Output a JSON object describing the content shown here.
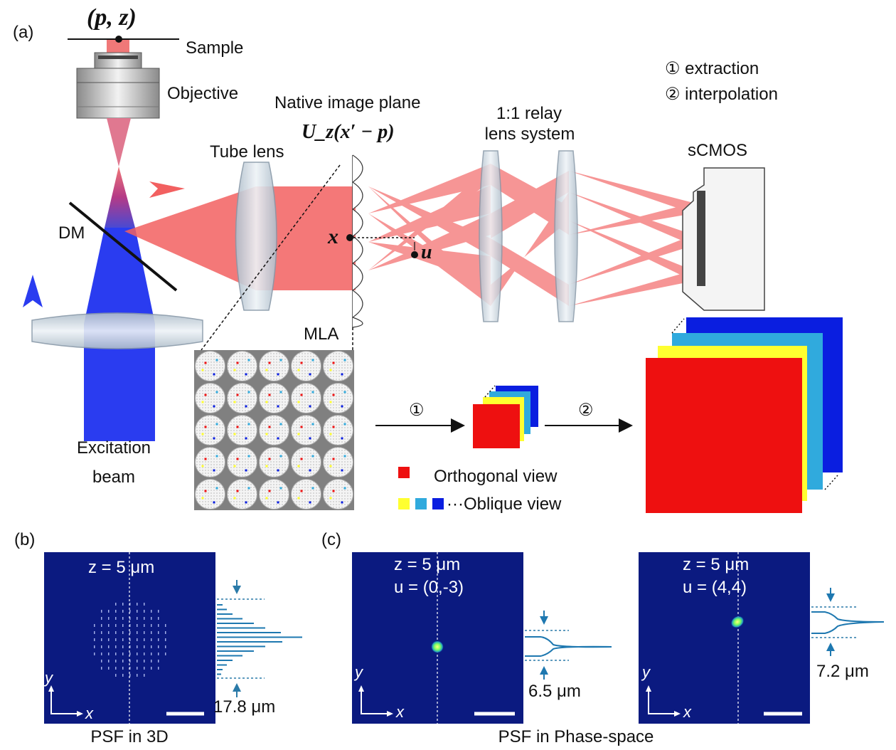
{
  "panel_a": {
    "letter": "(a)",
    "sample_coord": "(p, z)",
    "sample": "Sample",
    "objective": "Objective",
    "native_image_plane": "Native image plane",
    "image_plane_expr": "U_z(x′ − p)",
    "tube_lens": "Tube lens",
    "relay_line1": "1:1 relay",
    "relay_line2": "lens system",
    "scmos": "sCMOS",
    "step1": "① extraction",
    "step2": "② interpolation",
    "dm": "DM",
    "x_symbol": "x",
    "u_symbol": "u",
    "mla": "MLA",
    "excitation_line1": "Excitation",
    "excitation_line2": "beam",
    "arrow1": "①",
    "arrow2": "②",
    "legend_orthogonal": "Orthogonal view",
    "legend_oblique": "···Oblique view",
    "colors": {
      "red": "#ee1010",
      "yellow": "#ffff30",
      "cyan": "#30aadd",
      "blue": "#0a1ee0",
      "beam_red": "#f26060",
      "beam_blue": "#2a3cf0"
    }
  },
  "panel_b": {
    "letter": "(b)",
    "z_label": "z = 5 μm",
    "measure": "17.8 μm",
    "caption": "PSF in 3D",
    "axis_x": "x",
    "axis_y": "y"
  },
  "panel_c": {
    "letter": "(c)",
    "left": {
      "z_label": "z = 5 μm",
      "u_label": "u = (0,-3)",
      "measure": "6.5 μm"
    },
    "right": {
      "z_label": "z = 5 μm",
      "u_label": "u = (4,4)",
      "measure": "7.2 μm"
    },
    "caption": "PSF in Phase-space",
    "axis_x": "x",
    "axis_y": "y"
  }
}
